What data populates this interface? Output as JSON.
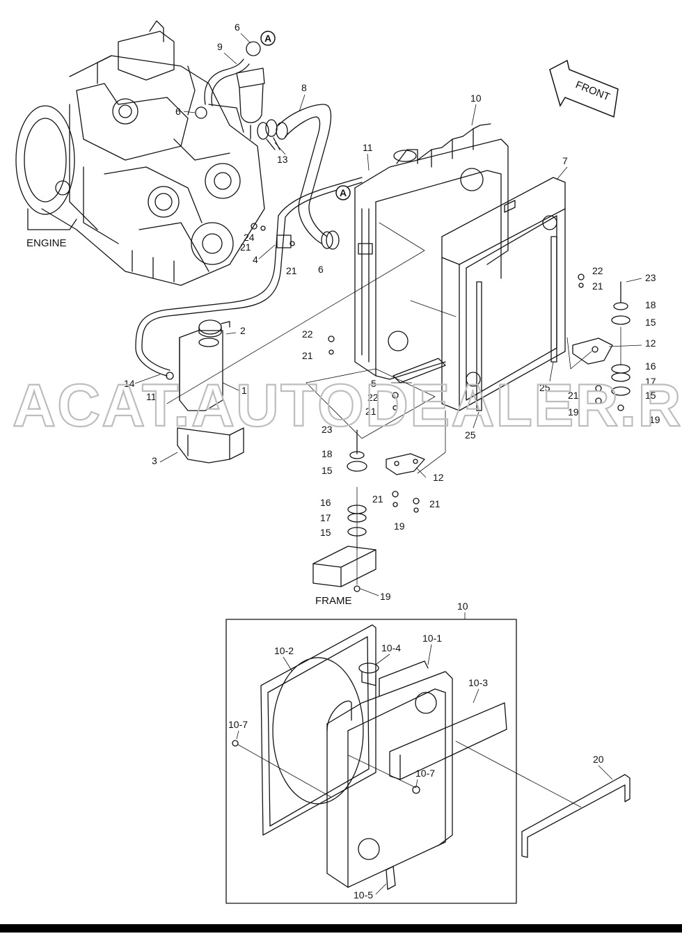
{
  "labels": {
    "engine": "ENGINE",
    "frame": "FRAME",
    "front": "FRONT",
    "view_a": "A",
    "p1": "1",
    "p2": "2",
    "p3": "3",
    "p4": "4",
    "p5": "5",
    "p6": "6",
    "p7": "7",
    "p8": "8",
    "p9": "9",
    "p10": "10",
    "p11": "11",
    "p12": "12",
    "p13": "13",
    "p14": "14",
    "p15": "15",
    "p16": "16",
    "p17": "17",
    "p18": "18",
    "p19": "19",
    "p20": "20",
    "p21": "21",
    "p22": "22",
    "p23": "23",
    "p24": "24",
    "p25": "25",
    "p10_1": "10-1",
    "p10_2": "10-2",
    "p10_3": "10-3",
    "p10_4": "10-4",
    "p10_5": "10-5",
    "p10_7": "10-7"
  },
  "watermark": "ACAT.AUTODEALER.RU"
}
